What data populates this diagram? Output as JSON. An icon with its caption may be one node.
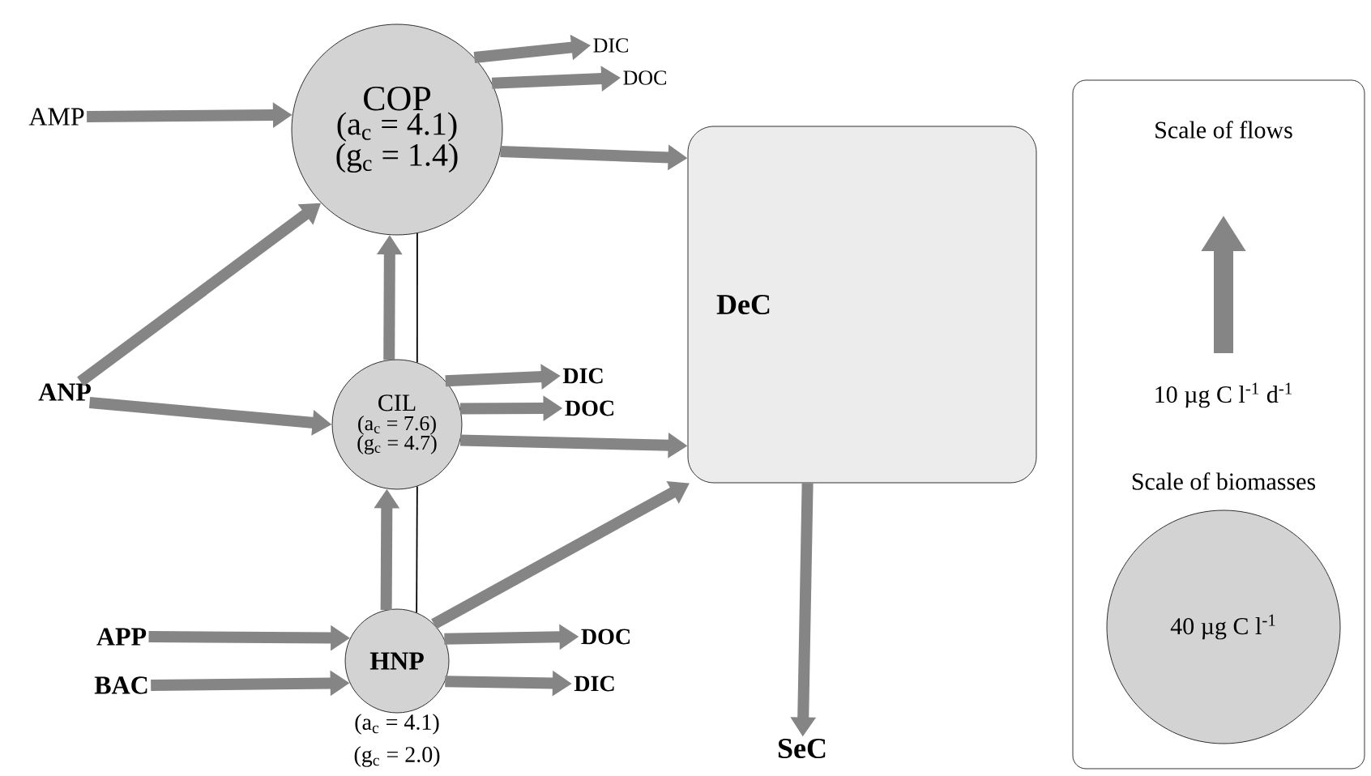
{
  "diagram": {
    "nodes": [
      {
        "text": [
          "COP",
          "(a$_{c}$ = 4.1)",
          "(g$_{c}$ = 1.4)"
        ]
      },
      {
        "text": [
          "DIC"
        ]
      },
      {
        "text": [
          "DOC"
        ]
      },
      {
        "text": [
          "AMP"
        ]
      },
      {
        "text": [
          "DeC"
        ]
      },
      {
        "text": [
          "ANP"
        ]
      },
      {
        "text": [
          "CIL",
          "(a$_{c}$ = 7.6)",
          "(g$_{c}$ = 4.7)"
        ]
      },
      {
        "text": [
          "DIC"
        ]
      },
      {
        "text": [
          "DOC"
        ]
      },
      {
        "text": [
          "APP"
        ]
      },
      {
        "text": [
          "HNP"
        ],
        "beside": [
          "(a$_{c}$ = 4.1)",
          "(g$_{c}$ = 2.0)"
        ]
      },
      {
        "text": [
          "BAC"
        ]
      },
      {
        "text": [
          "DOC"
        ]
      },
      {
        "text": [
          "DIC"
        ]
      },
      {
        "text": [
          "SeC"
        ]
      },
      {
        "text": [
          "Scale of flows",
          "10 µg C l$^{-1}$ d$^{-1}$",
          "Scale of biomasses"
        ]
      },
      {
        "text": [
          "40 µg C l$^{-1}$"
        ],
        "in": 15
      }
    ],
    "edges": [
      {
        "from": 3,
        "to": 0,
        "arrow": "to"
      },
      {
        "from": 5,
        "to": 0,
        "arrow": "to"
      },
      {
        "from": 0,
        "to": 1,
        "arrow": "to"
      },
      {
        "from": 0,
        "to": 2,
        "arrow": "to"
      },
      {
        "from": 0,
        "to": 4,
        "arrow": "to"
      },
      {
        "from": 6,
        "to": 0,
        "arrow": "to"
      },
      {
        "from": 0,
        "to": 6,
        "arrow": "none",
        "color": "#000000"
      },
      {
        "from": 5,
        "to": 6,
        "arrow": "to"
      },
      {
        "from": 6,
        "to": 7,
        "arrow": "to"
      },
      {
        "from": 6,
        "to": 8,
        "arrow": "to"
      },
      {
        "from": 6,
        "to": 4,
        "arrow": "to"
      },
      {
        "from": 10,
        "to": 6,
        "arrow": "to"
      },
      {
        "from": 6,
        "to": 10,
        "arrow": "none",
        "color": "#000000"
      },
      {
        "from": 9,
        "to": 10,
        "arrow": "to"
      },
      {
        "from": 11,
        "to": 10,
        "arrow": "to"
      },
      {
        "from": 10,
        "to": 12,
        "arrow": "to"
      },
      {
        "from": 10,
        "to": 13,
        "arrow": "to"
      },
      {
        "from": 10,
        "to": 4,
        "arrow": "to"
      },
      {
        "from": 4,
        "to": 14,
        "arrow": "to"
      }
    ]
  }
}
